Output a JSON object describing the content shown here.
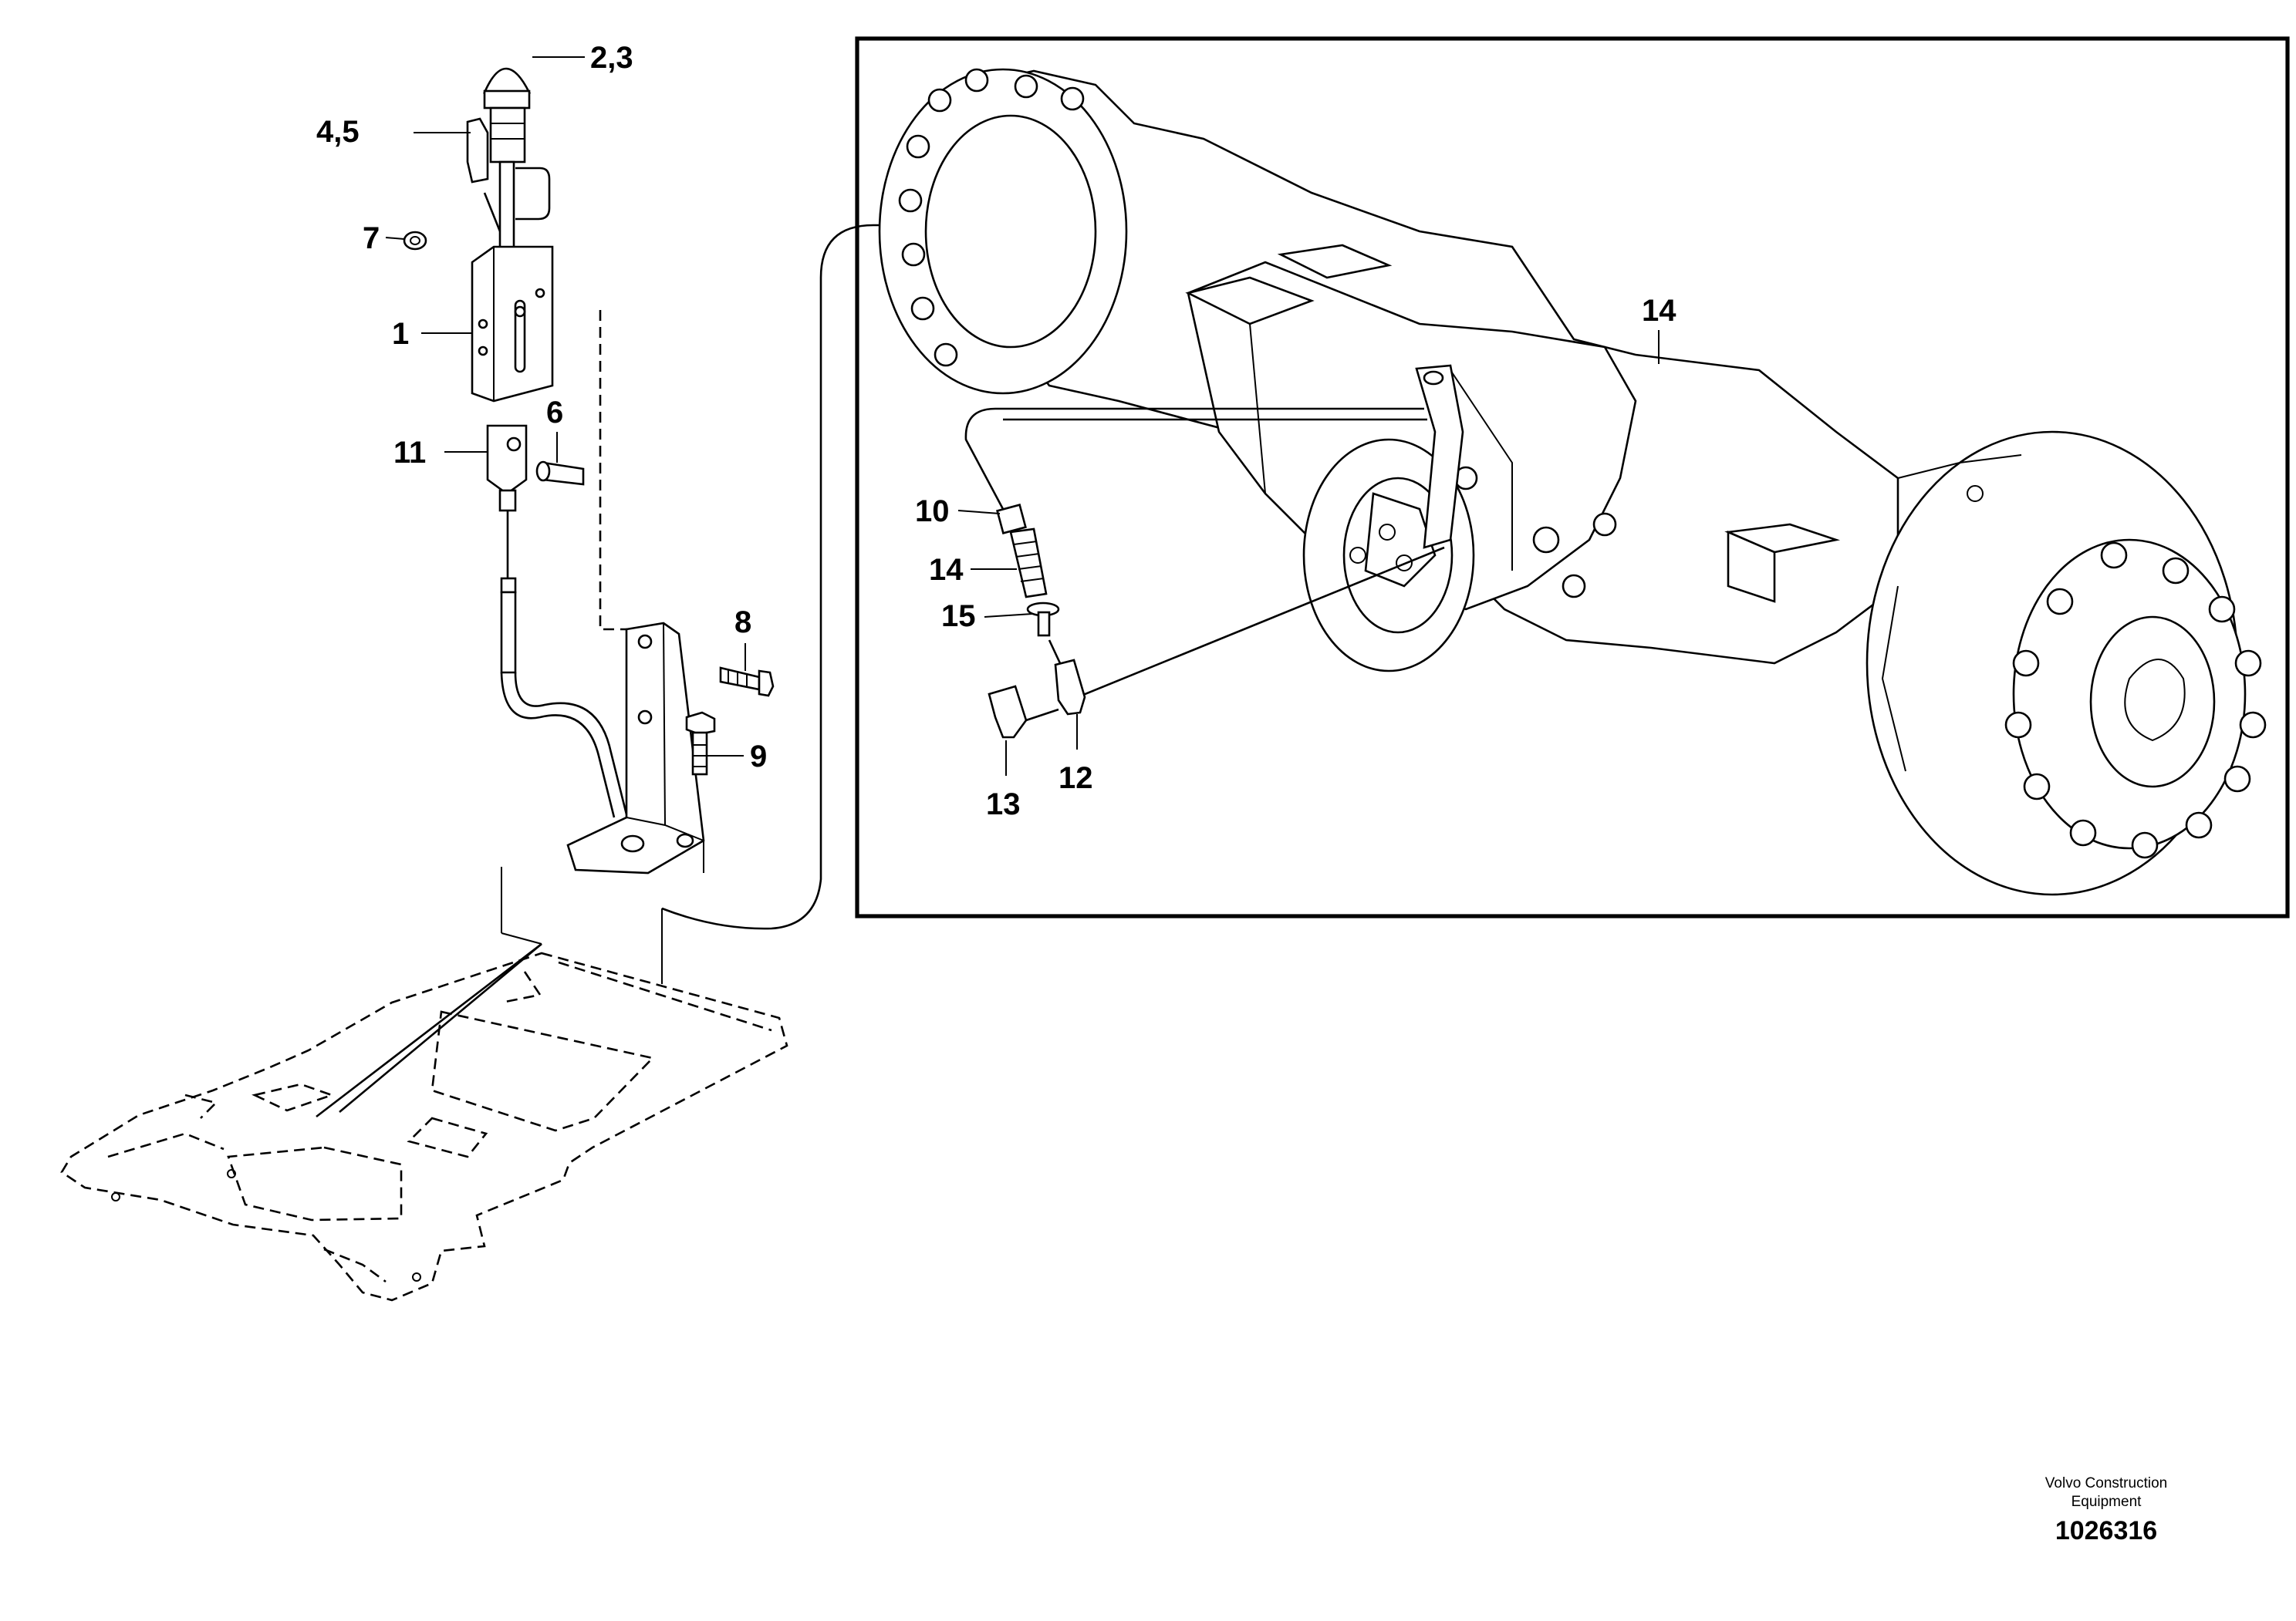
{
  "callouts": {
    "c23": "2,3",
    "c45": "4,5",
    "c7": "7",
    "c1": "1",
    "c6": "6",
    "c11": "11",
    "c8": "8",
    "c9": "9",
    "c10": "10",
    "c14_cable": "14",
    "c15": "15",
    "c13": "13",
    "c12": "12",
    "c14_axle": "14"
  },
  "footer": {
    "company_line1": "Volvo Construction",
    "company_line2": "Equipment",
    "drawing_number": "1026316"
  }
}
